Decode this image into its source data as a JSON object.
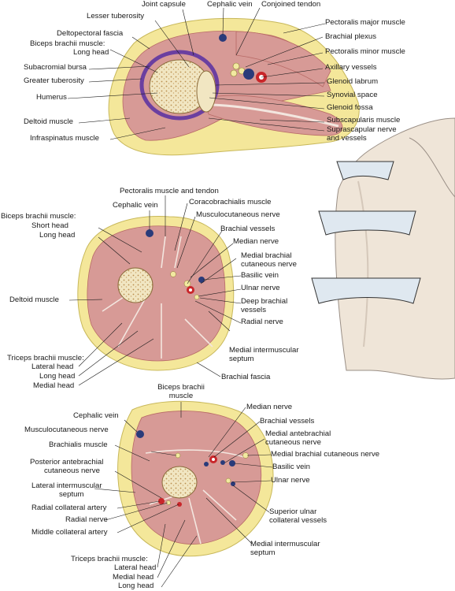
{
  "colors": {
    "skin": "#f4e79a",
    "skin_edge": "#c8b85a",
    "muscle": "#d79a96",
    "muscle_dark": "#b86a66",
    "fascia": "#f3e6df",
    "bone": "#f1e6c2",
    "bone_dots": "#b98f4e",
    "capsule": "#6b3fa0",
    "vein": "#2a3b7a",
    "artery": "#c9262a",
    "nerve": "#f2e9a0",
    "arm": "#efe5d8",
    "arm_edge": "#9a8f86",
    "slice": "#dfe8f0",
    "slice_edge": "#333333"
  },
  "shoulder": {
    "lesser_tuberosity": "Lesser tuberosity",
    "joint_capsule": "Joint capsule",
    "cephalic_vein": "Cephalic vein",
    "conjoined_tendon": "Conjoined tendon",
    "pectoralis_major": "Pectoralis major muscle",
    "deltopectoral_fascia": "Deltopectoral fascia",
    "brachial_plexus": "Brachial plexus",
    "biceps_title": "Biceps brachii muscle:",
    "biceps_long": "Long head",
    "pectoralis_minor": "Pectoralis minor muscle",
    "axillary_vessels": "Axillary vessels",
    "subacromial_bursa": "Subacromial bursa",
    "greater_tuberosity": "Greater tuberosity",
    "glenoid_labrum": "Glenoid labrum",
    "humerus": "Humerus",
    "synovial_space": "Synovial space",
    "glenoid_fossa": "Glenoid fossa",
    "deltoid": "Deltoid muscle",
    "subscapularis": "Subscapularis muscle",
    "infraspinatus": "Infraspinatus muscle",
    "suprascapular": "Suprascapular nerve",
    "suprascapular_2": "and vessels"
  },
  "proximal": {
    "pectoralis_tendon": "Pectoralis muscle and tendon",
    "cephalic_vein": "Cephalic vein",
    "coracobrachialis": "Coracobrachialis muscle",
    "biceps_title": "Biceps brachii muscle:",
    "musculocutaneous": "Musculocutaneous nerve",
    "short_head": "Short head",
    "long_head": "Long head",
    "brachial_vessels": "Brachial vessels",
    "median_nerve": "Median nerve",
    "medial_brachial_cut": "Medial brachial",
    "medial_brachial_cut_2": "cutaneous nerve",
    "basilic_vein": "Basilic vein",
    "deltoid": "Deltoid muscle",
    "ulnar_nerve": "Ulnar nerve",
    "deep_brachial": "Deep brachial",
    "deep_brachial_2": "vessels",
    "radial_nerve": "Radial nerve",
    "medial_intermuscular": "Medial intermuscular",
    "medial_intermuscular_2": "septum",
    "triceps_title": "Triceps brachii muscle:",
    "lateral_head": "Lateral head",
    "long_head_tri": "Long head",
    "medial_head": "Medial head",
    "brachial_fascia": "Brachial fascia"
  },
  "distal": {
    "biceps": "Biceps brachii",
    "biceps_2": "muscle",
    "median_nerve": "Median nerve",
    "cephalic_vein": "Cephalic vein",
    "brachial_vessels": "Brachial vessels",
    "musculocutaneous": "Musculocutaneous nerve",
    "medial_antebrachial": "Medial antebrachial",
    "medial_antebrachial_2": "cutaneous nerve",
    "brachialis": "Brachialis muscle",
    "medial_brachial_cut": "Medial brachial cutaneous nerve",
    "basilic_vein": "Basilic vein",
    "posterior_antebrachial": "Posterior antebrachial",
    "posterior_antebrachial_2": "cutaneous nerve",
    "ulnar_nerve": "Ulnar nerve",
    "lateral_intermuscular": "Lateral intermuscular",
    "lateral_intermuscular_2": "septum",
    "radial_collateral": "Radial collateral artery",
    "superior_ulnar": "Superior ulnar",
    "superior_ulnar_2": "collateral vessels",
    "radial_nerve": "Radial nerve",
    "middle_collateral": "Middle collateral artery",
    "medial_intermuscular": "Medial intermuscular",
    "medial_intermuscular_2": "septum",
    "triceps_title": "Triceps brachii muscle:",
    "lateral_head": "Lateral head",
    "medial_head": "Medial head",
    "long_head": "Long head"
  }
}
